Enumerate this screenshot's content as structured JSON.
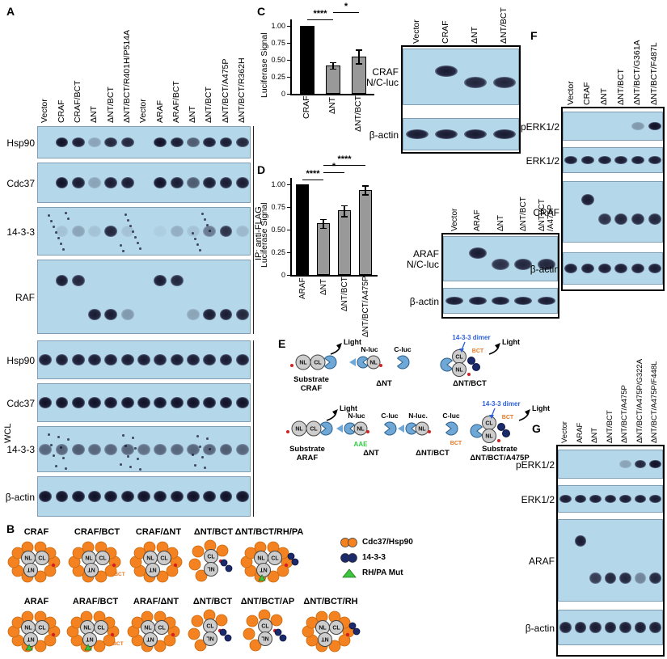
{
  "colors": {
    "blot_bg": "#b5d7ea",
    "band": "#0b0b1c",
    "orange": "#f58220",
    "navy": "#1b2a6b",
    "green": "#3fc43f",
    "red": "#d42020",
    "luciferase_blue": "#6fa8d6",
    "dimer_text_blue": "#2b5fd9",
    "bct_orange": "#e87722",
    "bar_gray": "#999999",
    "bar_black": "#000000"
  },
  "panelA": {
    "label": "A",
    "ip_label": "IP: anti-FLAG",
    "wcl_label": "WCL",
    "lanes": [
      "Vector",
      "CRAF",
      "CRAF/BCT",
      "ΔNT",
      "ΔNT/BCT",
      "ΔNT/BCT/R401H/P514A",
      "Vector",
      "ARAF",
      "ARAF/BCT",
      "ΔNT",
      "ΔNT/BCT",
      "ΔNT/BCT/A475P",
      "ΔNT/BCT/R362H"
    ],
    "rows": [
      {
        "label": "Hsp90",
        "bands": [
          0,
          0.95,
          0.9,
          0.25,
          0.85,
          0.85,
          0,
          0.95,
          0.9,
          0.6,
          0.9,
          0.9,
          0.85
        ]
      },
      {
        "label": "Cdc37",
        "bands": [
          0,
          0.95,
          0.9,
          0.25,
          0.9,
          0.9,
          0,
          0.95,
          0.9,
          0.6,
          0.9,
          0.9,
          0.9
        ]
      },
      {
        "label": "14-3-3",
        "speckle": true,
        "bands": [
          0,
          0.1,
          0.25,
          0.1,
          0.85,
          0.1,
          0,
          0.05,
          0.2,
          0.1,
          0.45,
          0.8,
          0.15
        ]
      },
      {
        "label": "RAF",
        "bands_high": [
          0,
          0.9,
          0.85,
          0,
          0,
          0,
          0,
          0.9,
          0.85,
          0,
          0,
          0,
          0
        ],
        "bands_low": [
          0,
          0,
          0,
          0.9,
          0.9,
          0.3,
          0,
          0,
          0,
          0.25,
          0.9,
          0.9,
          0.85
        ]
      },
      {
        "label": "Hsp90",
        "bands": [
          0.9,
          0.9,
          0.9,
          0.9,
          0.9,
          0.9,
          0.9,
          0.9,
          0.9,
          0.9,
          0.9,
          0.9,
          0.9
        ]
      },
      {
        "label": "Cdc37",
        "bands": [
          0.95,
          0.95,
          0.95,
          0.95,
          0.95,
          0.95,
          0.95,
          0.95,
          0.95,
          0.95,
          0.95,
          0.95,
          0.95
        ]
      },
      {
        "label": "14-3-3",
        "speckle": true,
        "bands": [
          0.55,
          0.55,
          0.6,
          0.55,
          0.55,
          0.55,
          0.5,
          0.55,
          0.55,
          0.55,
          0.55,
          0.6,
          0.55
        ]
      },
      {
        "label": "β-actin",
        "bands": [
          0.95,
          0.95,
          0.95,
          0.95,
          0.95,
          0.95,
          0.95,
          0.95,
          0.95,
          0.95,
          0.95,
          0.95,
          0.95
        ]
      }
    ]
  },
  "panelB": {
    "label": "B",
    "bct_label": "BCT",
    "subunit_labels": {
      "nl": "NL",
      "cl": "CL",
      "nt": "NT"
    },
    "legend": [
      {
        "label": "Cdc37/Hsp90",
        "type": "orange-circles",
        "color": "#f58220"
      },
      {
        "label": "14-3-3",
        "type": "navy-circles",
        "color": "#1b2a6b"
      },
      {
        "label": "RH/PA Mut",
        "type": "green-triangle",
        "color": "#3fc43f"
      }
    ],
    "row1": [
      {
        "name": "CRAF",
        "style": "full",
        "extras": []
      },
      {
        "name": "CRAF/BCT",
        "style": "full",
        "extras": [
          "bct"
        ]
      },
      {
        "name": "CRAF/ΔNT",
        "style": "full",
        "extras": []
      },
      {
        "name": "ΔNT/BCT",
        "style": "small",
        "extras": [
          "blue"
        ]
      },
      {
        "name": "ΔNT/BCT/RH/PA",
        "style": "full",
        "extras": [
          "blue",
          "mut"
        ]
      }
    ],
    "row2": [
      {
        "name": "ARAF",
        "style": "full",
        "extras": [
          "mut"
        ]
      },
      {
        "name": "ARAF/BCT",
        "style": "full",
        "extras": [
          "bct",
          "mut"
        ]
      },
      {
        "name": "ARAF/ΔNT",
        "style": "full",
        "extras": []
      },
      {
        "name": "ΔNT/BCT",
        "style": "small",
        "extras": [
          "blue"
        ]
      },
      {
        "name": "ΔNT/BCT/AP",
        "style": "small",
        "extras": [
          "blue"
        ]
      },
      {
        "name": "ΔNT/BCT/RH",
        "style": "full",
        "extras": [
          "blue"
        ]
      }
    ]
  },
  "panelC": {
    "label": "C",
    "blot": {
      "lanes": [
        "Vector",
        "CRAF",
        "ΔNT",
        "ΔNT/BCT"
      ],
      "rows": [
        {
          "label_lines": [
            "CRAF",
            "N/C-luc"
          ],
          "bands_high": [
            0,
            0.9,
            0,
            0
          ],
          "bands_low": [
            0,
            0,
            0.85,
            0.85
          ]
        },
        {
          "label_lines": [
            "β-actin"
          ],
          "bands": [
            0.9,
            0.9,
            0.9,
            0.9
          ]
        }
      ]
    }
  },
  "panelD": {
    "label": "D",
    "blot": {
      "lanes": [
        "Vector",
        "ARAF",
        "ΔNT",
        "ΔNT/BCT",
        [
          "ΔNTBCT",
          "/A475P"
        ]
      ],
      "rows": [
        {
          "label_lines": [
            "ARAF",
            "N/C-luc"
          ],
          "bands_high": [
            0,
            0.9,
            0,
            0,
            0
          ],
          "bands_low": [
            0,
            0,
            0.8,
            0.85,
            0.85
          ]
        },
        {
          "label_lines": [
            "β-actin"
          ],
          "bands": [
            0.9,
            0.9,
            0.9,
            0.9,
            0.9
          ]
        }
      ]
    }
  },
  "panelE": {
    "label": "E",
    "light": "Light",
    "dimer": "14-3-3 dimer",
    "bct": "BCT",
    "aae": "AAE",
    "subunits": {
      "nl": "NL",
      "cl": "CL"
    },
    "top": [
      {
        "kind": "substrate",
        "caption": [
          "Substrate",
          "CRAF"
        ],
        "light": true
      },
      {
        "kind": "pieces",
        "nluc": "N-luc",
        "cluc": "C-luc",
        "caption": [
          "ΔNT"
        ]
      },
      {
        "kind": "substrate",
        "caption": [
          "ΔNT/BCT"
        ],
        "light": true,
        "dimer": true,
        "bct": true,
        "stacked": true
      }
    ],
    "bottom": [
      {
        "kind": "substrate",
        "caption": [
          "Substrate",
          "ARAF"
        ],
        "light": true
      },
      {
        "kind": "pieces",
        "nluc": "N-luc",
        "cluc": "C-luc",
        "caption": [
          "ΔNT"
        ],
        "aae": true
      },
      {
        "kind": "pieces",
        "nluc": "N-luc.",
        "cluc": "C-luc",
        "caption": [
          "ΔNT/BCT"
        ],
        "bct": true
      },
      {
        "kind": "substrate",
        "caption": [
          "Substrate",
          "ΔNT/BCT/A475P"
        ],
        "light": true,
        "dimer": true,
        "bct": true,
        "stacked": true
      }
    ]
  },
  "panelF": {
    "label": "F",
    "lanes": [
      "Vector",
      "CRAF",
      "ΔNT",
      "ΔNT/BCT",
      "ΔNT/BCT/G361A",
      "ΔNT/BCT/F487L"
    ],
    "rows": [
      {
        "label": "pERK1/2",
        "bands": [
          0,
          0,
          0,
          0,
          0.3,
          0.95
        ]
      },
      {
        "label": "ERK1/2",
        "bands": [
          0.9,
          0.9,
          0.9,
          0.9,
          0.9,
          0.9
        ]
      },
      {
        "label": "CRAF",
        "bands_high": [
          0,
          0.9,
          0,
          0,
          0,
          0
        ],
        "bands_low": [
          0,
          0,
          0.8,
          0.85,
          0.85,
          0.85
        ]
      },
      {
        "label": "β-actin",
        "bands": [
          0.9,
          0.9,
          0.9,
          0.9,
          0.9,
          0.9
        ]
      }
    ]
  },
  "panelG": {
    "label": "G",
    "lanes": [
      "Vector",
      "ARAF",
      "ΔNT",
      "ΔNT/BCT",
      "ΔNT/BCT/A475P",
      "ΔNT/BCT/A475P/G322A",
      "ΔNT/BCT/A475P/F448L"
    ],
    "rows": [
      {
        "label": "pERK1/2",
        "bands": [
          0,
          0,
          0,
          0,
          0.25,
          0.85,
          0.95
        ]
      },
      {
        "label": "ERK1/2",
        "bands": [
          0.9,
          0.9,
          0.9,
          0.9,
          0.9,
          0.9,
          0.9
        ]
      },
      {
        "label": "ARAF",
        "bands_high": [
          0,
          0.9,
          0,
          0,
          0,
          0,
          0
        ],
        "bands_low": [
          0,
          0,
          0.75,
          0.85,
          0.85,
          0.4,
          0.85
        ]
      },
      {
        "label": "β-actin",
        "bands": [
          0.9,
          0.9,
          0.9,
          0.9,
          0.9,
          0.9,
          0.9
        ]
      }
    ]
  },
  "chart_data": [
    {
      "type": "bar",
      "title": "",
      "ylabel": "Luciferase Signal",
      "categories": [
        "CRAF",
        "ΔNT",
        "ΔNT/BCT"
      ],
      "values": [
        1.0,
        0.42,
        0.55
      ],
      "errors": [
        0,
        0.05,
        0.1
      ],
      "bar_colors": [
        "#000000",
        "#999999",
        "#999999"
      ],
      "ylim": [
        0,
        1.0
      ],
      "yticks": [
        0,
        0.25,
        0.5,
        0.75,
        1.0
      ],
      "ytick_labels": [
        "0",
        "0.25",
        "0.50",
        "0.75",
        "1.00"
      ],
      "significance": [
        {
          "from": "CRAF",
          "to": "ΔNT",
          "label": "****"
        },
        {
          "from": "ΔNT",
          "to": "ΔNT/BCT",
          "label": "*"
        }
      ]
    },
    {
      "type": "bar",
      "title": "",
      "ylabel": "Luciferase Signal",
      "categories": [
        "ARAF",
        "ΔNT",
        "ΔNT/BCT",
        "ΔNT/BCT/A475P"
      ],
      "values": [
        1.0,
        0.57,
        0.71,
        0.94
      ],
      "errors": [
        0,
        0.05,
        0.06,
        0.05
      ],
      "bar_colors": [
        "#000000",
        "#999999",
        "#999999",
        "#999999"
      ],
      "ylim": [
        0,
        1.0
      ],
      "yticks": [
        0,
        0.25,
        0.5,
        0.75,
        1.0
      ],
      "ytick_labels": [
        "0",
        "0.25",
        "0.50",
        "0.75",
        "1.00"
      ],
      "significance": [
        {
          "from": "ARAF",
          "to": "ΔNT",
          "label": "****"
        },
        {
          "from": "ΔNT",
          "to": "ΔNT/BCT",
          "label": "*"
        },
        {
          "from": "ΔNT",
          "to": "ΔNT/BCT/A475P",
          "label": "****"
        }
      ]
    }
  ]
}
